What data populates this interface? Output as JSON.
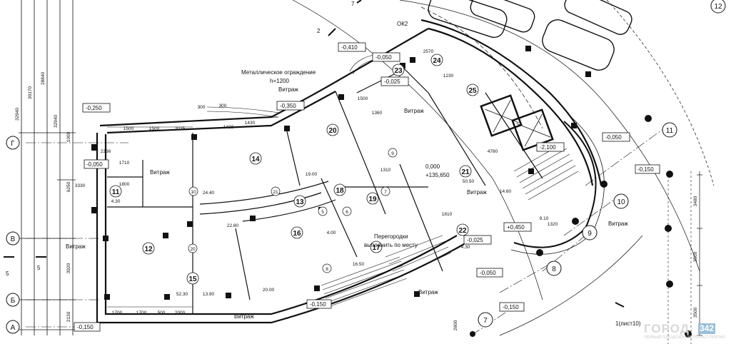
{
  "axes": [
    {
      "id": "g",
      "label": "Г"
    },
    {
      "id": "v",
      "label": "В"
    },
    {
      "id": "b",
      "label": "Б"
    },
    {
      "id": "a",
      "label": "А"
    },
    {
      "id": "n7",
      "label": "7"
    },
    {
      "id": "n8",
      "label": "8"
    },
    {
      "id": "n9",
      "label": "9"
    },
    {
      "id": "n10",
      "label": "10"
    },
    {
      "id": "n11",
      "label": "11"
    },
    {
      "id": "n12",
      "label": "12"
    }
  ],
  "rooms": [
    "11",
    "12",
    "13",
    "14",
    "15",
    "16",
    "17",
    "18",
    "19",
    "20",
    "21",
    "22",
    "23",
    "24",
    "25"
  ],
  "areas": {
    "r11": "4.30",
    "r12": "52.30",
    "r13": "19.00",
    "r14": "24.40",
    "r15": "13.90",
    "r16": "22.80",
    "r17": "16.50",
    "r18": "4.00",
    "r19": "20.00",
    "r20": "14.60",
    "r21": "50.50",
    "r22": "4.30",
    "r23": "9.10"
  },
  "doors": [
    "10",
    "20",
    "21",
    "5",
    "6",
    "7",
    "8",
    "9"
  ],
  "levels": {
    "l1": "-0,250",
    "l2": "-0,350",
    "l3": "-0,410",
    "l4": "-0,050",
    "l5": "-0,025",
    "l6": "-0,050",
    "l7": "-0,025",
    "l8": "-2,100",
    "l9": "-0,050",
    "l10": "-0,150",
    "l11": "+0,450",
    "l12": "-0,050",
    "l13": "-0,150",
    "l14": "-0,150",
    "l15": "-0,150",
    "zero": "0,000",
    "abs": "+135,650"
  },
  "labels": {
    "vitrazh": "Витраж",
    "metal_fence": "Металлическое ограждение",
    "h": "h=1200",
    "partitions_1": "Перегородки",
    "partitions_2": "выполнить по месту",
    "ok2": "ОК2",
    "section_2": "2",
    "section_1": "1(лист10)",
    "section_5": "5",
    "section_7": "7"
  },
  "dims_left": {
    "d1": "32940",
    "d2": "30170",
    "d3": "28840",
    "d4": "32940",
    "d5": "1000",
    "d6": "6250",
    "d7": "3920",
    "d8": "2130"
  },
  "dims_bottom": [
    "1700",
    "1700",
    "500",
    "2000"
  ],
  "dims_top": [
    "1500",
    "1500",
    "2025",
    "300",
    "300",
    "1430",
    "1430"
  ],
  "dims_right": [
    "3480",
    "3500",
    "3500",
    "2600"
  ],
  "dims_misc": {
    "m1": "1710",
    "m2": "1800",
    "m3": "2336",
    "m4": "3330",
    "m5": "1360",
    "m6": "1500",
    "m7": "4780",
    "m8": "1320",
    "m9": "1810",
    "m10": "1310",
    "m11": "2570",
    "m12": "1230"
  },
  "logo": {
    "brand": "ГОРОД",
    "number": "342",
    "subtitle": "ПЕРВЫЙ ГОРОДСКОЙ ИНТЕРНЕТ ПОРТАЛ"
  }
}
